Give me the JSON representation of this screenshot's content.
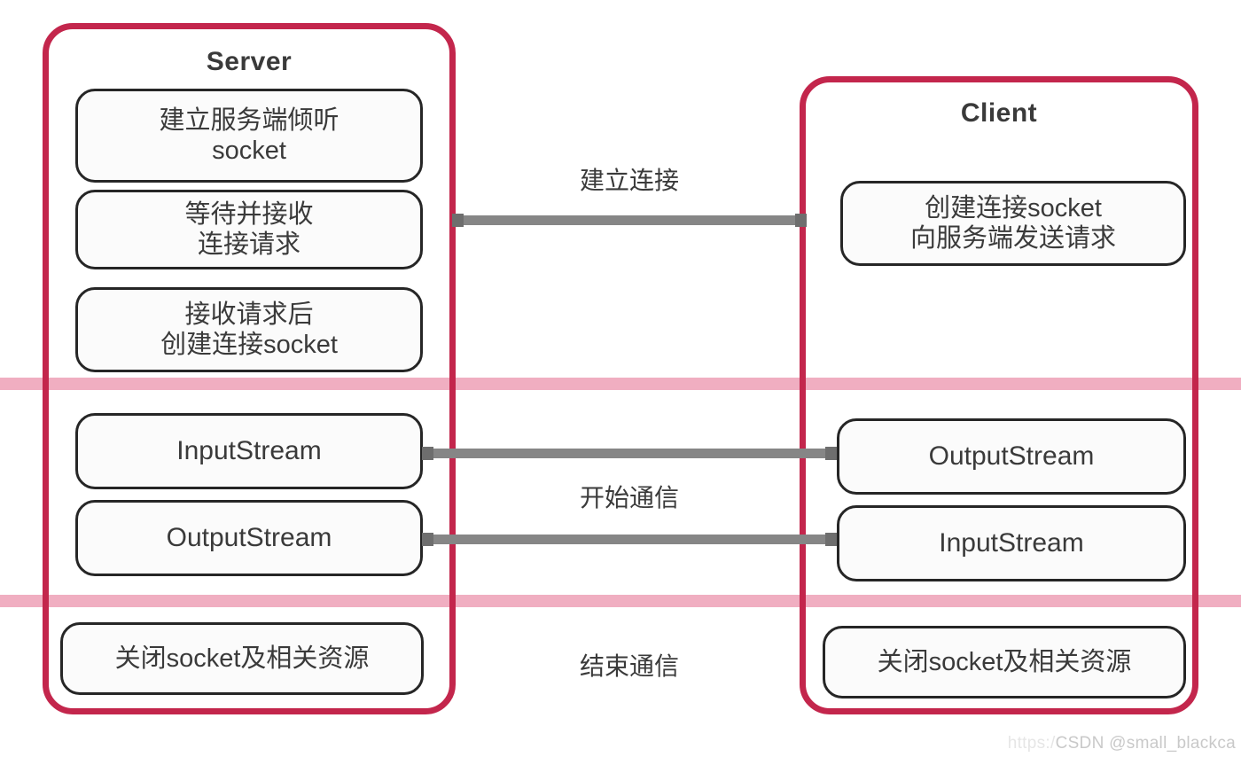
{
  "diagram": {
    "title_server": "Server",
    "title_client": "Client",
    "server_steps": [
      {
        "id": "srv-box-0",
        "lines": [
          "建立服务端倾听",
          "socket"
        ]
      },
      {
        "id": "srv-box-1",
        "lines": [
          "等待并接收",
          "连接请求"
        ]
      },
      {
        "id": "srv-box-2",
        "lines": [
          "接收请求后",
          "创建连接socket"
        ]
      },
      {
        "id": "srv-box-3",
        "lines": [
          "InputStream"
        ]
      },
      {
        "id": "srv-box-4",
        "lines": [
          "OutputStream"
        ]
      },
      {
        "id": "srv-box-5",
        "lines": [
          "关闭socket及相关资源"
        ]
      }
    ],
    "client_steps": [
      {
        "id": "cli-box-0",
        "lines": [
          "创建连接socket",
          "向服务端发送请求"
        ]
      },
      {
        "id": "cli-box-1",
        "lines": [
          "OutputStream"
        ]
      },
      {
        "id": "cli-box-2",
        "lines": [
          "InputStream"
        ]
      },
      {
        "id": "cli-box-3",
        "lines": [
          "关闭socket及相关资源"
        ]
      }
    ],
    "phase_labels": [
      "建立连接",
      "开始通信",
      "结束通信"
    ],
    "colors": {
      "panel_border": "#c3264c",
      "phase_divider": "#f0aec1",
      "connector": "#868686",
      "box_border": "#262626",
      "text": "#3a3a3a"
    }
  },
  "watermark": {
    "url": "https:/",
    "text": "CSDN @small_blackca"
  }
}
